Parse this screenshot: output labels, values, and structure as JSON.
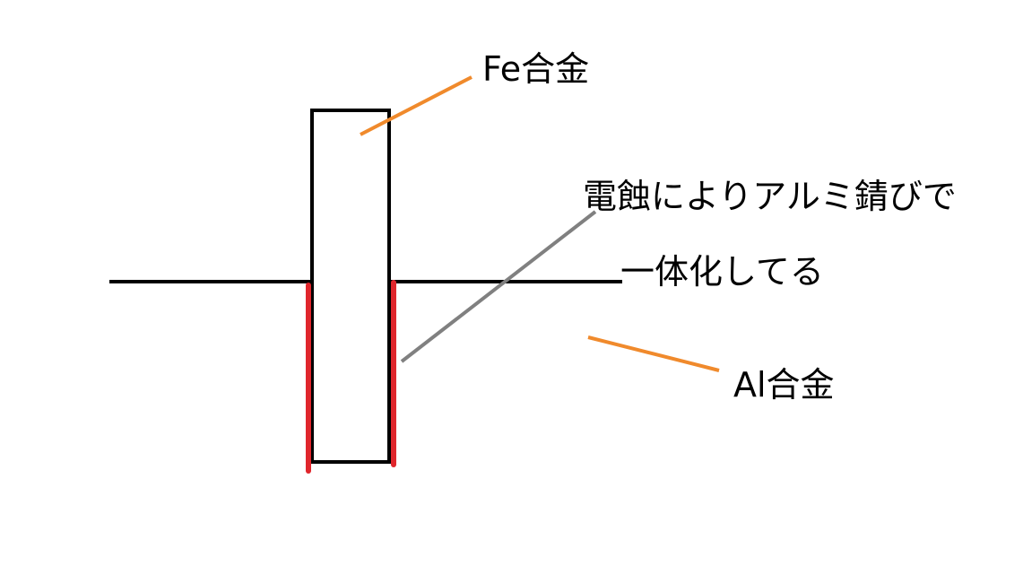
{
  "labels": {
    "fe_alloy": "Fe合金",
    "corrosion_line1": "電蝕によりアルミ錆びで",
    "corrosion_line2": "一体化してる",
    "al_alloy": "Al合金"
  },
  "colors": {
    "outline": "#000000",
    "corrosion": "#e0262c",
    "fe_leader": "#f08a2c",
    "al_leader": "#f08a2c",
    "corrosion_leader": "#808080",
    "background": "#ffffff"
  }
}
